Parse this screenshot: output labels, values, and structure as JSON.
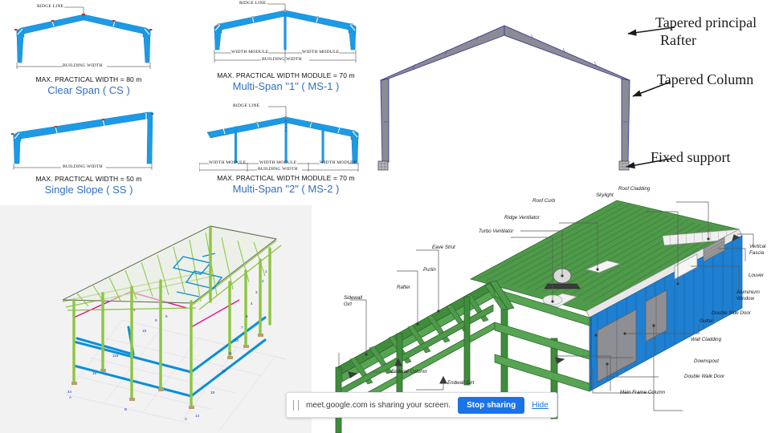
{
  "colors": {
    "frame_blue": "#1c9ae6",
    "frame_blue_dark": "#0d7fc4",
    "caption_blue": "#2f6fc4",
    "portal_gray": "#8b8b94",
    "portal_outline": "#3b3b9c",
    "roof_green": "#4f9a4a",
    "wall_blue": "#1f7fd0",
    "staad_green": "#8cc63f",
    "staad_blue": "#0a8fd8",
    "staad_pink": "#e8178a",
    "chrome_blue": "#1a73e8",
    "staad_bg": "#f2f2f3"
  },
  "frame_diagrams": [
    {
      "id": "clear-span",
      "spec": "MAX. PRACTICAL WIDTH = 80 m",
      "name": "Clear Span ( CS )",
      "ridge_label": "RIDGE LINE",
      "width_label": "BUILDING WIDTH",
      "modules": []
    },
    {
      "id": "multi-span-1",
      "spec": "MAX. PRACTICAL WIDTH MODULE = 70 m",
      "name": "Multi-Span \"1\" ( MS-1 )",
      "ridge_label": "RIDGE LINE",
      "width_label": "BUILDING WIDTH",
      "modules": [
        "WIDTH MODULE",
        "WIDTH MODULE"
      ]
    },
    {
      "id": "single-slope",
      "spec": "MAX. PRACTICAL WIDTH = 50 m",
      "name": "Single Slope ( SS )",
      "ridge_label": "",
      "width_label": "BUILDING WIDTH",
      "modules": []
    },
    {
      "id": "multi-span-2",
      "spec": "MAX. PRACTICAL WIDTH MODULE = 70 m",
      "name": "Multi-Span \"2\" ( MS-2 )",
      "ridge_label": "RIDGE LINE",
      "width_label": "BUILDING WIDTH",
      "modules": [
        "WIDTH MODULE",
        "WIDTH MODULE",
        "WIDTH MODULE"
      ]
    }
  ],
  "portal_frame": {
    "annotations": [
      {
        "id": "tapered-rafter",
        "line1": "Tapered principal",
        "line2": "Rafter"
      },
      {
        "id": "tapered-column",
        "line1": "Tapered Column",
        "line2": ""
      },
      {
        "id": "fixed-support",
        "line1": "Fixed support",
        "line2": ""
      }
    ]
  },
  "building_labels": {
    "top": [
      "Roof Curb",
      "Skylight",
      "Roof Cladding",
      "Ridge Ventilator",
      "Turbo Ventilator"
    ],
    "left": [
      "Eave Strut",
      "Purlin",
      "Rafter",
      "Sidewall",
      "Girt",
      "Endwall Column",
      "Endwall Girt"
    ],
    "right": [
      "Vertical",
      "Fascia",
      "Louver",
      "Aluminium",
      "Window",
      "Double Side Door",
      "Gutter",
      "Wall Cladding",
      "Downspout",
      "Double Walk Door"
    ],
    "bottom": [
      "Main Frame Column"
    ]
  },
  "share_notification": {
    "message": "meet.google.com is sharing your screen.",
    "stop_label": "Stop sharing",
    "hide_label": "Hide"
  }
}
